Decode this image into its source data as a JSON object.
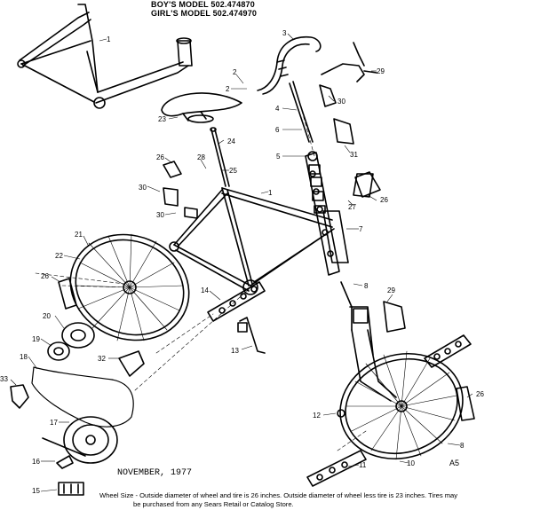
{
  "header": {
    "line1": "BOY'S MODEL 502.474870",
    "line2": "GIRL'S MODEL 502.474970"
  },
  "date": "NOVEMBER, 1977",
  "page_code": "A5",
  "footnote": {
    "line1": "Wheel Size - Outside diameter of wheel and tire is 26 inches. Outside diameter of wheel less tire is 23 inches. Tires may",
    "line2": "be purchased from any Sears Retail or Catalog Store."
  },
  "callouts": [
    "1",
    "1",
    "2",
    "2",
    "3",
    "4",
    "5",
    "6",
    "7",
    "8",
    "8",
    "10",
    "11",
    "12",
    "13",
    "14",
    "15",
    "16",
    "17",
    "18",
    "19",
    "20",
    "21",
    "22",
    "23",
    "24",
    "25",
    "26",
    "26",
    "26",
    "26",
    "27",
    "28",
    "29",
    "29",
    "30",
    "30",
    "30",
    "31",
    "32",
    "33"
  ]
}
